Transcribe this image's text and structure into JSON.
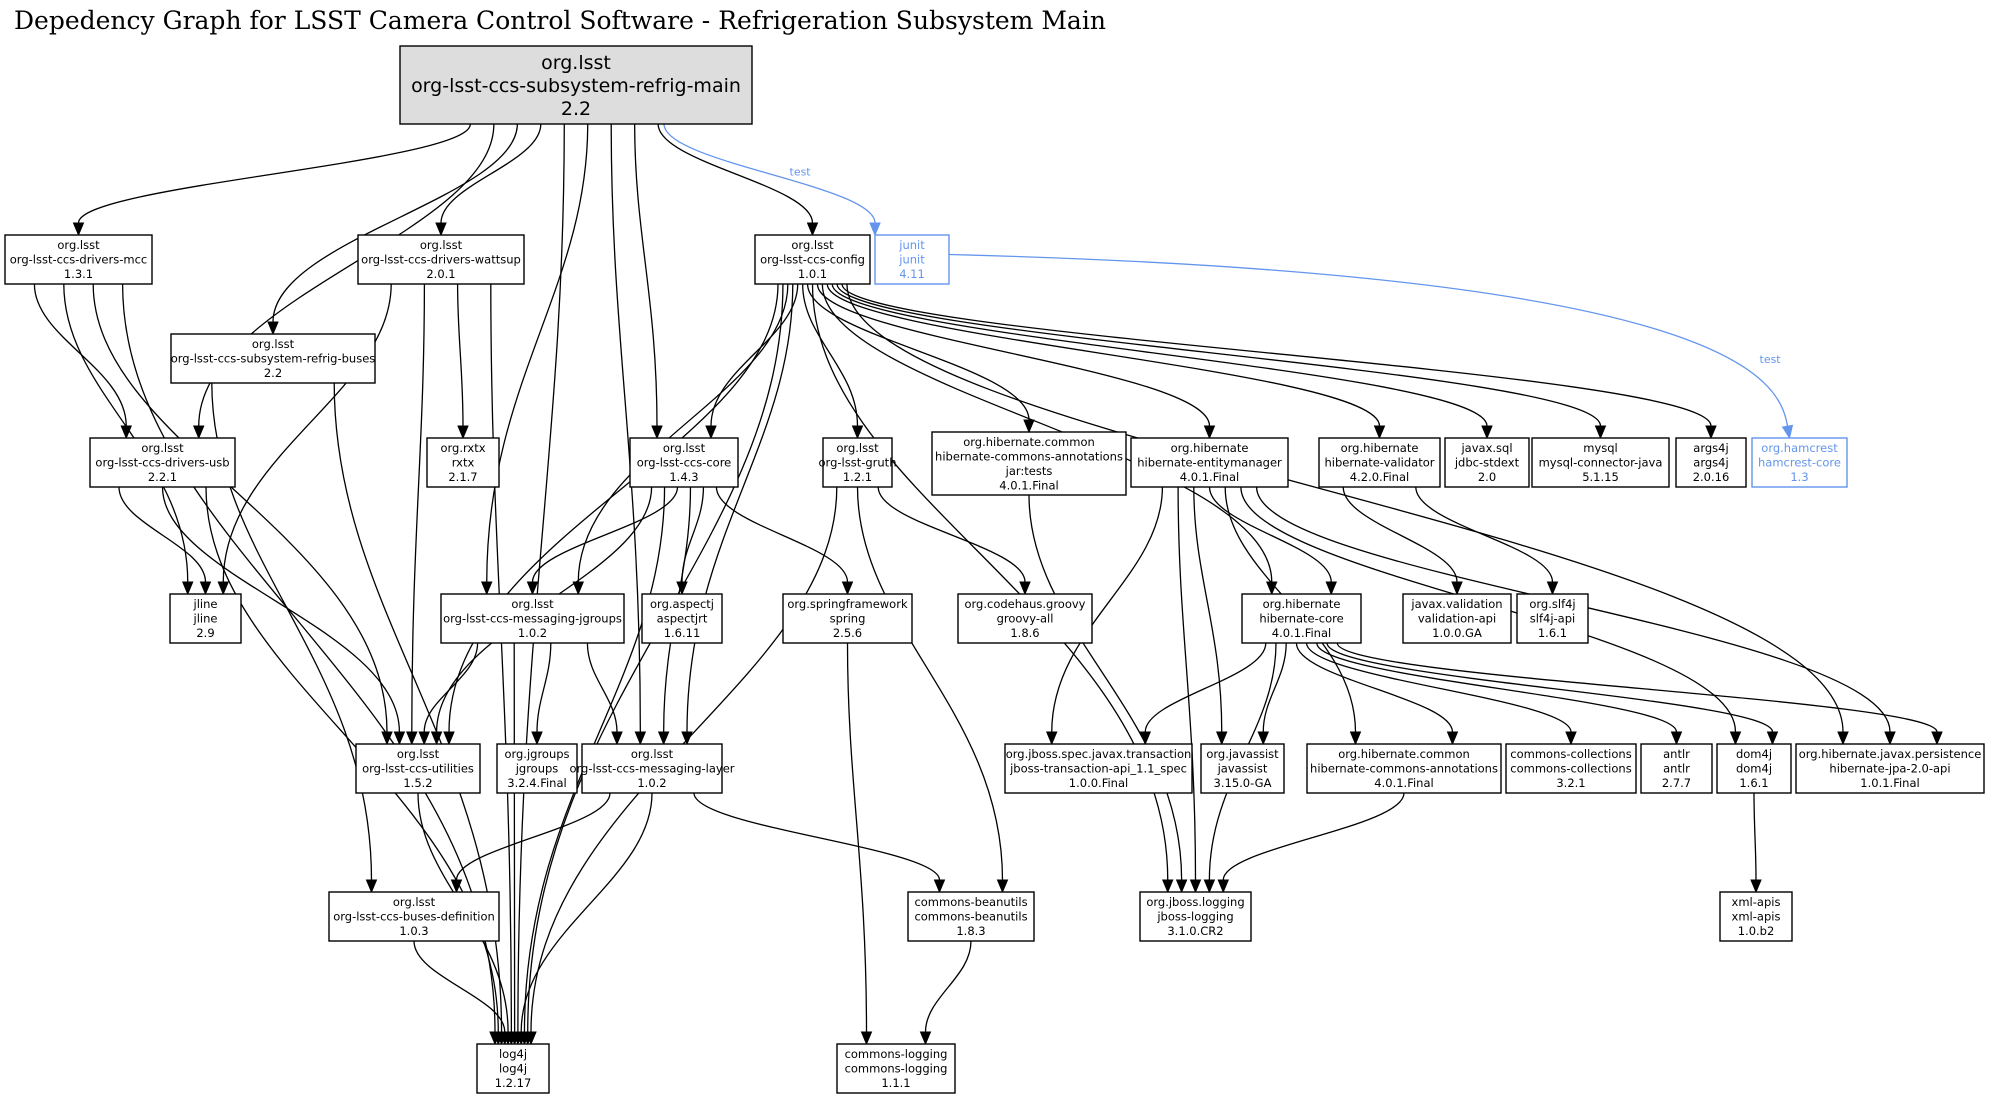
{
  "title": "Depedency Graph for LSST Camera Control Software - Refrigeration Subsystem Main",
  "colors": {
    "test": "#6495ed",
    "root_fill": "#dddddd",
    "default": "#000000"
  },
  "nodes": [
    {
      "id": "main",
      "group": "org.lsst",
      "artifact": "org-lsst-ccs-subsystem-refrig-main",
      "version": "2.2",
      "root": true
    },
    {
      "id": "mcc",
      "group": "org.lsst",
      "artifact": "org-lsst-ccs-drivers-mcc",
      "version": "1.3.1"
    },
    {
      "id": "wattsup",
      "group": "org.lsst",
      "artifact": "org-lsst-ccs-drivers-wattsup",
      "version": "2.0.1"
    },
    {
      "id": "buses",
      "group": "org.lsst",
      "artifact": "org-lsst-ccs-subsystem-refrig-buses",
      "version": "2.2"
    },
    {
      "id": "config",
      "group": "org.lsst",
      "artifact": "org-lsst-ccs-config",
      "version": "1.0.1"
    },
    {
      "id": "junit",
      "group": "junit",
      "artifact": "junit",
      "version": "4.11",
      "scope": "test"
    },
    {
      "id": "usb",
      "group": "org.lsst",
      "artifact": "org-lsst-ccs-drivers-usb",
      "version": "2.2.1"
    },
    {
      "id": "rxtx",
      "group": "org.rxtx",
      "artifact": "rxtx",
      "version": "2.1.7"
    },
    {
      "id": "core",
      "group": "org.lsst",
      "artifact": "org-lsst-ccs-core",
      "version": "1.4.3"
    },
    {
      "id": "gruth",
      "group": "org.lsst",
      "artifact": "org-lsst-gruth",
      "version": "1.2.1"
    },
    {
      "id": "hcatests",
      "group": "org.hibernate.common",
      "artifact": "hibernate-commons-annotations",
      "classifier": "jar:tests",
      "version": "4.0.1.Final"
    },
    {
      "id": "entitymanager",
      "group": "org.hibernate",
      "artifact": "hibernate-entitymanager",
      "version": "4.0.1.Final"
    },
    {
      "id": "validator",
      "group": "org.hibernate",
      "artifact": "hibernate-validator",
      "version": "4.2.0.Final"
    },
    {
      "id": "jdbc",
      "group": "javax.sql",
      "artifact": "jdbc-stdext",
      "version": "2.0"
    },
    {
      "id": "mysql",
      "group": "mysql",
      "artifact": "mysql-connector-java",
      "version": "5.1.15"
    },
    {
      "id": "args4j",
      "group": "args4j",
      "artifact": "args4j",
      "version": "2.0.16"
    },
    {
      "id": "hamcrest",
      "group": "org.hamcrest",
      "artifact": "hamcrest-core",
      "version": "1.3",
      "scope": "test"
    },
    {
      "id": "jline",
      "group": "jline",
      "artifact": "jline",
      "version": "2.9"
    },
    {
      "id": "msgjgroups",
      "group": "org.lsst",
      "artifact": "org-lsst-ccs-messaging-jgroups",
      "version": "1.0.2"
    },
    {
      "id": "aspectj",
      "group": "org.aspectj",
      "artifact": "aspectjrt",
      "version": "1.6.11"
    },
    {
      "id": "spring",
      "group": "org.springframework",
      "artifact": "spring",
      "version": "2.5.6"
    },
    {
      "id": "groovy",
      "group": "org.codehaus.groovy",
      "artifact": "groovy-all",
      "version": "1.8.6"
    },
    {
      "id": "hibcore",
      "group": "org.hibernate",
      "artifact": "hibernate-core",
      "version": "4.0.1.Final"
    },
    {
      "id": "jvalidation",
      "group": "javax.validation",
      "artifact": "validation-api",
      "version": "1.0.0.GA"
    },
    {
      "id": "slf4j",
      "group": "org.slf4j",
      "artifact": "slf4j-api",
      "version": "1.6.1"
    },
    {
      "id": "utilities",
      "group": "org.lsst",
      "artifact": "org-lsst-ccs-utilities",
      "version": "1.5.2"
    },
    {
      "id": "jgroups",
      "group": "org.jgroups",
      "artifact": "jgroups",
      "version": "3.2.4.Final"
    },
    {
      "id": "msglayer",
      "group": "org.lsst",
      "artifact": "org-lsst-ccs-messaging-layer",
      "version": "1.0.2"
    },
    {
      "id": "jta",
      "group": "org.jboss.spec.javax.transaction",
      "artifact": "jboss-transaction-api_1.1_spec",
      "version": "1.0.0.Final"
    },
    {
      "id": "javassist",
      "group": "org.javassist",
      "artifact": "javassist",
      "version": "3.15.0-GA"
    },
    {
      "id": "hca",
      "group": "org.hibernate.common",
      "artifact": "hibernate-commons-annotations",
      "version": "4.0.1.Final"
    },
    {
      "id": "cc",
      "group": "commons-collections",
      "artifact": "commons-collections",
      "version": "3.2.1"
    },
    {
      "id": "antlr",
      "group": "antlr",
      "artifact": "antlr",
      "version": "2.7.7"
    },
    {
      "id": "dom4j",
      "group": "dom4j",
      "artifact": "dom4j",
      "version": "1.6.1"
    },
    {
      "id": "jpa",
      "group": "org.hibernate.javax.persistence",
      "artifact": "hibernate-jpa-2.0-api",
      "version": "1.0.1.Final"
    },
    {
      "id": "busdef",
      "group": "org.lsst",
      "artifact": "org-lsst-ccs-buses-definition",
      "version": "1.0.3"
    },
    {
      "id": "beanutils",
      "group": "commons-beanutils",
      "artifact": "commons-beanutils",
      "version": "1.8.3"
    },
    {
      "id": "jbosslog",
      "group": "org.jboss.logging",
      "artifact": "jboss-logging",
      "version": "3.1.0.CR2"
    },
    {
      "id": "xmlapis",
      "group": "xml-apis",
      "artifact": "xml-apis",
      "version": "1.0.b2"
    },
    {
      "id": "log4j",
      "group": "log4j",
      "artifact": "log4j",
      "version": "1.2.17"
    },
    {
      "id": "clogging",
      "group": "commons-logging",
      "artifact": "commons-logging",
      "version": "1.1.1"
    }
  ],
  "edges": [
    {
      "from": "main",
      "to": "mcc"
    },
    {
      "from": "main",
      "to": "usb"
    },
    {
      "from": "main",
      "to": "buses"
    },
    {
      "from": "main",
      "to": "wattsup"
    },
    {
      "from": "main",
      "to": "msgjgroups"
    },
    {
      "from": "main",
      "to": "core"
    },
    {
      "from": "main",
      "to": "msglayer"
    },
    {
      "from": "main",
      "to": "log4j"
    },
    {
      "from": "main",
      "to": "config"
    },
    {
      "from": "main",
      "to": "junit",
      "label": "test",
      "scope": "test"
    },
    {
      "from": "junit",
      "to": "hamcrest",
      "label": "test",
      "scope": "test"
    },
    {
      "from": "mcc",
      "to": "usb"
    },
    {
      "from": "mcc",
      "to": "jline"
    },
    {
      "from": "mcc",
      "to": "utilities"
    },
    {
      "from": "mcc",
      "to": "log4j"
    },
    {
      "from": "wattsup",
      "to": "rxtx"
    },
    {
      "from": "wattsup",
      "to": "jline"
    },
    {
      "from": "wattsup",
      "to": "utilities"
    },
    {
      "from": "wattsup",
      "to": "log4j"
    },
    {
      "from": "buses",
      "to": "busdef"
    },
    {
      "from": "buses",
      "to": "log4j"
    },
    {
      "from": "usb",
      "to": "jline"
    },
    {
      "from": "usb",
      "to": "utilities"
    },
    {
      "from": "usb",
      "to": "log4j"
    },
    {
      "from": "config",
      "to": "utilities"
    },
    {
      "from": "config",
      "to": "msgjgroups"
    },
    {
      "from": "config",
      "to": "core"
    },
    {
      "from": "config",
      "to": "msglayer"
    },
    {
      "from": "config",
      "to": "log4j"
    },
    {
      "from": "config",
      "to": "gruth"
    },
    {
      "from": "config",
      "to": "jbosslog"
    },
    {
      "from": "config",
      "to": "hcatests"
    },
    {
      "from": "config",
      "to": "entitymanager"
    },
    {
      "from": "config",
      "to": "hibcore"
    },
    {
      "from": "config",
      "to": "jpa"
    },
    {
      "from": "config",
      "to": "validator"
    },
    {
      "from": "config",
      "to": "jdbc"
    },
    {
      "from": "config",
      "to": "mysql"
    },
    {
      "from": "config",
      "to": "args4j"
    },
    {
      "from": "core",
      "to": "utilities"
    },
    {
      "from": "core",
      "to": "msgjgroups"
    },
    {
      "from": "core",
      "to": "aspectj"
    },
    {
      "from": "core",
      "to": "spring"
    },
    {
      "from": "core",
      "to": "msglayer"
    },
    {
      "from": "core",
      "to": "log4j"
    },
    {
      "from": "gruth",
      "to": "groovy"
    },
    {
      "from": "gruth",
      "to": "beanutils"
    },
    {
      "from": "gruth",
      "to": "log4j"
    },
    {
      "from": "hcatests",
      "to": "jbosslog"
    },
    {
      "from": "entitymanager",
      "to": "hibcore"
    },
    {
      "from": "entitymanager",
      "to": "jta"
    },
    {
      "from": "entitymanager",
      "to": "javassist"
    },
    {
      "from": "entitymanager",
      "to": "hca"
    },
    {
      "from": "entitymanager",
      "to": "jbosslog"
    },
    {
      "from": "entitymanager",
      "to": "dom4j"
    },
    {
      "from": "entitymanager",
      "to": "jpa"
    },
    {
      "from": "validator",
      "to": "jvalidation"
    },
    {
      "from": "validator",
      "to": "slf4j"
    },
    {
      "from": "msgjgroups",
      "to": "utilities"
    },
    {
      "from": "msgjgroups",
      "to": "jgroups"
    },
    {
      "from": "msgjgroups",
      "to": "msglayer"
    },
    {
      "from": "msgjgroups",
      "to": "log4j"
    },
    {
      "from": "spring",
      "to": "clogging"
    },
    {
      "from": "hibcore",
      "to": "jta"
    },
    {
      "from": "hibcore",
      "to": "javassist"
    },
    {
      "from": "hibcore",
      "to": "hca"
    },
    {
      "from": "hibcore",
      "to": "cc"
    },
    {
      "from": "hibcore",
      "to": "antlr"
    },
    {
      "from": "hibcore",
      "to": "dom4j"
    },
    {
      "from": "hibcore",
      "to": "jpa"
    },
    {
      "from": "hibcore",
      "to": "jbosslog"
    },
    {
      "from": "utilities",
      "to": "log4j"
    },
    {
      "from": "msglayer",
      "to": "busdef"
    },
    {
      "from": "msglayer",
      "to": "beanutils"
    },
    {
      "from": "msglayer",
      "to": "log4j"
    },
    {
      "from": "hca",
      "to": "jbosslog"
    },
    {
      "from": "dom4j",
      "to": "xmlapis"
    },
    {
      "from": "busdef",
      "to": "log4j"
    },
    {
      "from": "beanutils",
      "to": "clogging"
    }
  ]
}
